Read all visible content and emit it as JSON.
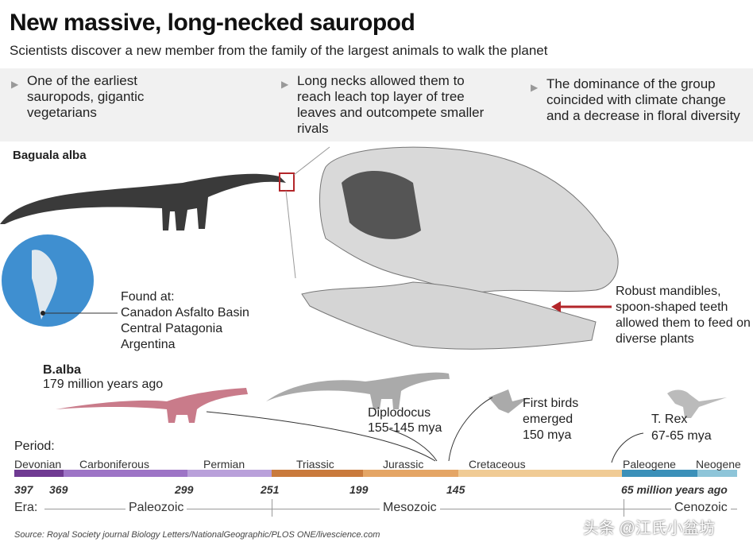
{
  "header": {
    "title": "New massive, long-necked sauropod",
    "subtitle": "Scientists discover a new member from the family of the largest animals to walk the planet"
  },
  "facts": [
    {
      "text": "One of the earliest sauropods, gigantic vegetarians"
    },
    {
      "text": "Long necks allowed them to reach leach top layer of tree leaves and outcompete smaller rivals"
    },
    {
      "text": "The dominance of the group coincided with climate change and a decrease in floral diversity"
    }
  ],
  "species": "Baguala alba",
  "found": {
    "label": "Found at:",
    "lines": [
      "Canadon Asfalto Basin",
      "Central Patagonia",
      "Argentina"
    ]
  },
  "skull_note": "Robust mandibles, spoon-shaped teeth allowed them to feed on diverse plants",
  "annotations": {
    "balba_name": "B.alba",
    "balba_age": "179 million years ago",
    "diplo_name": "Diplodocus",
    "diplo_age": "155-145 mya",
    "birds_name": "First birds emerged",
    "birds_age": "150 mya",
    "trex_name": "T. Rex",
    "trex_age": "67-65 mya"
  },
  "timeline": {
    "period_label": "Period:",
    "periods": [
      {
        "name": "Devonian",
        "color": "#6f3a92"
      },
      {
        "name": "Carboniferous",
        "color": "#9d74c6"
      },
      {
        "name": "Permian",
        "color": "#b9a0da"
      },
      {
        "name": "Triassic",
        "color": "#c97a3c"
      },
      {
        "name": "Jurassic",
        "color": "#e4a565"
      },
      {
        "name": "Cretaceous",
        "color": "#f0cb95"
      },
      {
        "name": "Paleogene",
        "color": "#3b90b9"
      },
      {
        "name": "Neogene",
        "color": "#8ec5d9"
      }
    ],
    "ticks": [
      "397",
      "369",
      "299",
      "251",
      "199",
      "145",
      "65 million years ago"
    ],
    "era_label": "Era:",
    "eras": [
      "Paleozoic",
      "Mesozoic",
      "Cenozoic"
    ]
  },
  "source": "Source: Royal Society journal Biology Letters/NationalGeographic/PLOS ONE/livescience.com",
  "watermark": "头条 @江氏小盆坊"
}
